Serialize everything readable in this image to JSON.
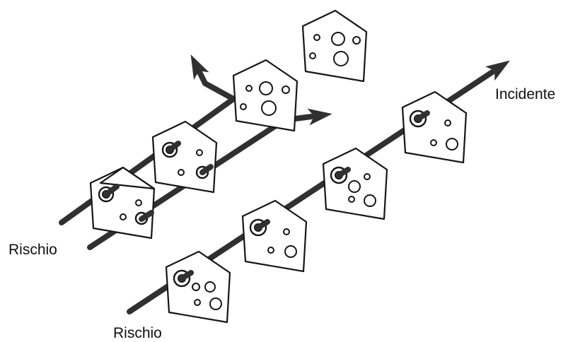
{
  "labels": {
    "incidente": "Incidente",
    "rischio_left": "Rischio",
    "rischio_bottom": "Rischio"
  }
}
